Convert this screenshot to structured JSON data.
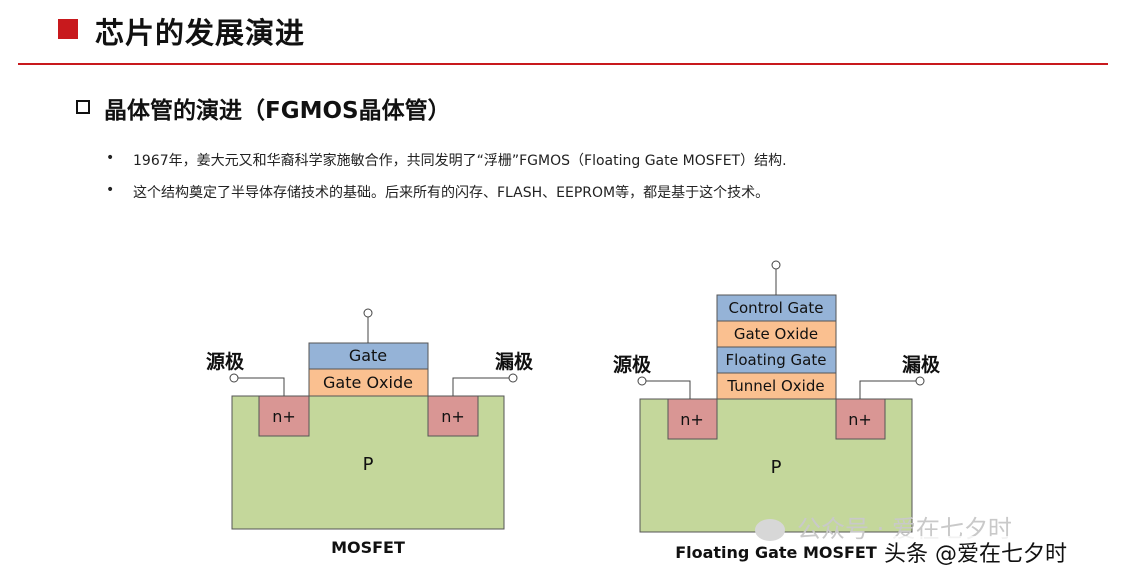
{
  "header": {
    "title": "芯片的发展演进"
  },
  "section": {
    "title": "晶体管的演进（FGMOS晶体管）"
  },
  "bullets": [
    {
      "mark": "•",
      "text": "1967年，姜大元又和华裔科学家施敏合作，共同发明了“浮栅”FGMOS（Floating Gate MOSFET）结构."
    },
    {
      "mark": "•",
      "text": "这个结构奠定了半导体存储技术的基础。后来所有的闪存、FLASH、EEPROM等，都是基于这个技术。"
    }
  ],
  "mosfet": {
    "source": "源极",
    "drain": "漏极",
    "gate": "Gate",
    "gate_oxide": "Gate Oxide",
    "n_left": "n+",
    "n_right": "n+",
    "substrate": "P",
    "caption": "MOSFET"
  },
  "fgmos": {
    "source": "源极",
    "drain": "漏极",
    "control_gate": "Control Gate",
    "gate_oxide": "Gate Oxide",
    "floating_gate": "Floating Gate",
    "tunnel_oxide": "Tunnel Oxide",
    "n_left": "n+",
    "n_right": "n+",
    "substrate": "P",
    "caption": "Floating Gate MOSFET"
  },
  "colors": {
    "accent_red": "#c8191d",
    "substrate_green": "#c4d79b",
    "n_plus_pink": "#d99694",
    "gate_blue": "#95b3d7",
    "oxide_orange": "#fac090"
  },
  "watermark": {
    "icon": "wechat-icon",
    "text": "公众号 · 爱在七夕时"
  },
  "footer": {
    "text": "头条 @爱在七夕时"
  }
}
